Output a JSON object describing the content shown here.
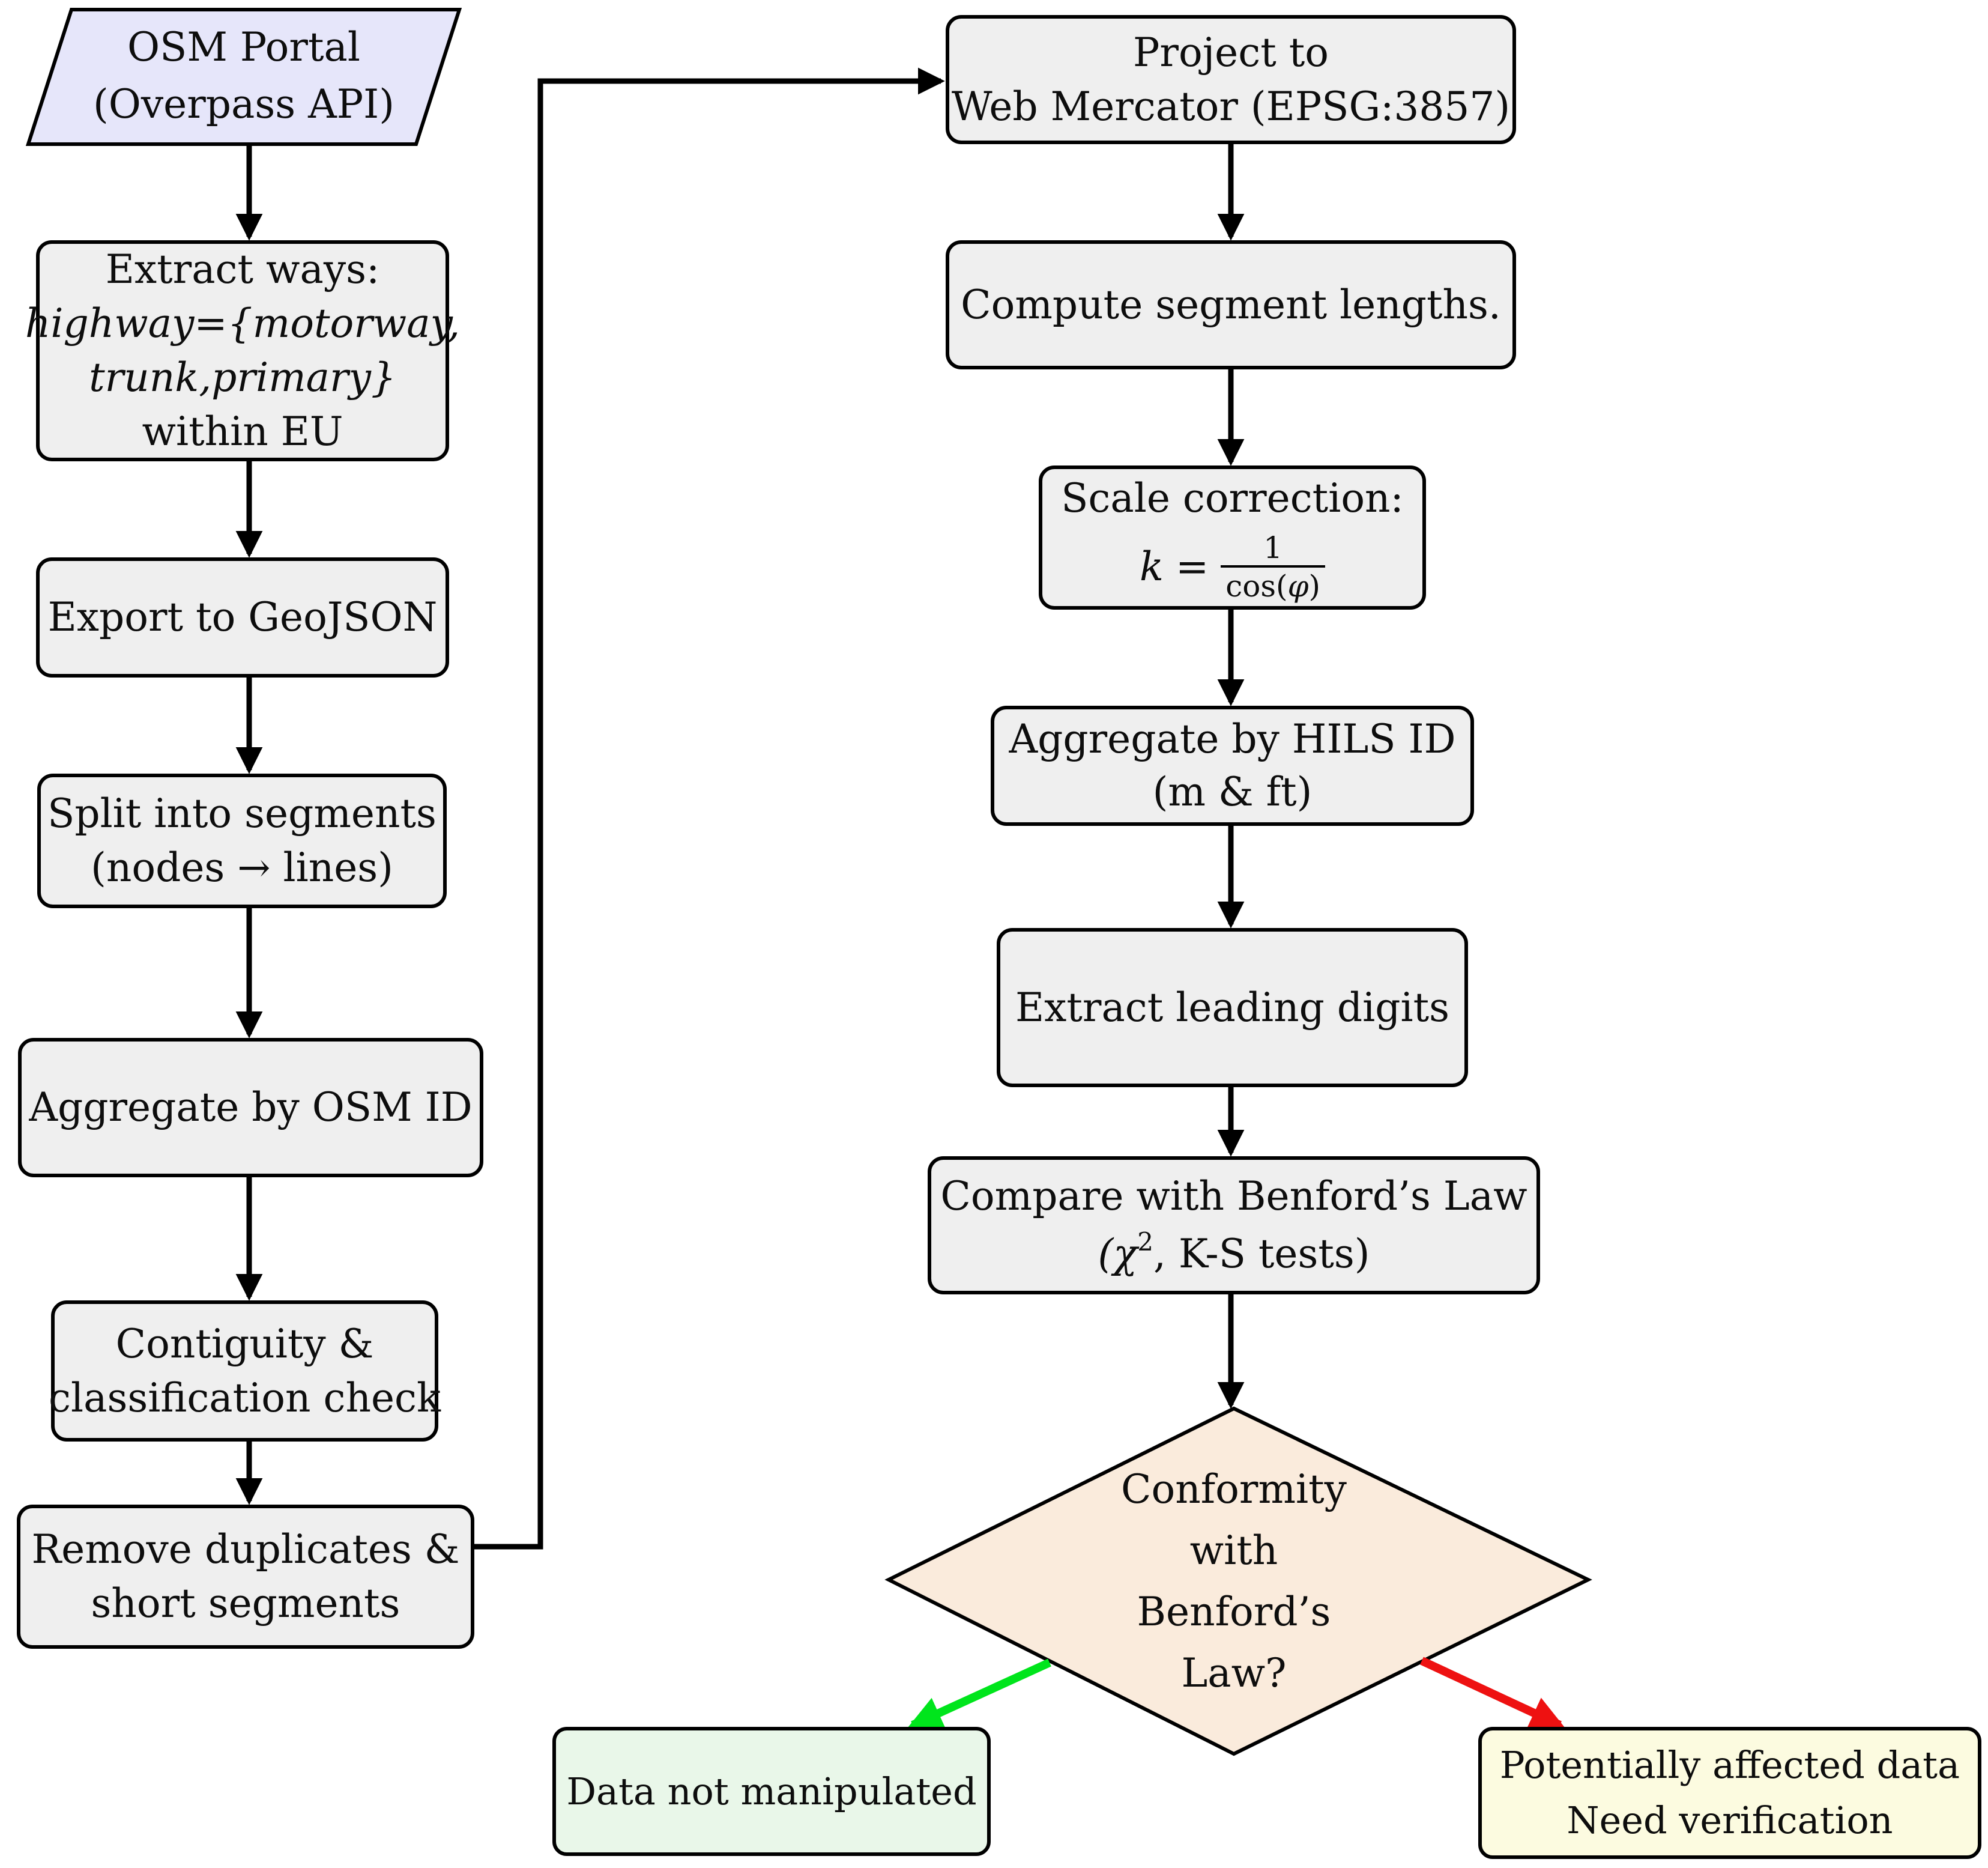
{
  "flow": {
    "osm_portal": {
      "line1": "OSM Portal",
      "line2": "(Overpass API)"
    },
    "extract_ways": {
      "line1": "Extract ways:",
      "line2": "highway={motorway,",
      "line3": "trunk,primary}",
      "line4": "within EU"
    },
    "export_geojson": {
      "label": "Export to GeoJSON"
    },
    "split_segments": {
      "line1": "Split into segments",
      "line2": "(nodes → lines)"
    },
    "aggregate_osm": {
      "label": "Aggregate by OSM ID"
    },
    "contiguity": {
      "line1": "Contiguity &",
      "line2": "classification check"
    },
    "remove_duplicates": {
      "line1": "Remove duplicates &",
      "line2": "short segments"
    },
    "project_mercator": {
      "line1": "Project to",
      "line2": "Web Mercator (EPSG:3857)"
    },
    "compute_lengths": {
      "label": "Compute segment lengths."
    },
    "scale_correction": {
      "label": "Scale correction:",
      "k": "k",
      "eq": "=",
      "numerator": "1",
      "denominator_pre": "cos(",
      "phi": "φ",
      "denominator_post": ")"
    },
    "aggregate_hils": {
      "line1": "Aggregate by HILS ID",
      "line2": "(m & ft)"
    },
    "extract_digits": {
      "label": "Extract leading digits"
    },
    "compare_benford": {
      "line1": "Compare with Benford’s Law",
      "line2_pre": "(χ",
      "line2_sup": "2",
      "line2_post": ", K-S tests)"
    },
    "decision": {
      "line1": "Conformity",
      "line2": "with",
      "line3": "Benford’s",
      "line4": "Law?"
    },
    "outcome_ok": {
      "label": "Data not manipulated"
    },
    "outcome_warn": {
      "line1": "Potentially affected data",
      "line2": "Need verification"
    }
  },
  "colors": {
    "background": "#ffffff",
    "process_fill": "#efefef",
    "io_parallelogram_fill": "#e6e6fa",
    "decision_fill": "#faebdc",
    "outcome_ok_fill": "#e9f7e9",
    "outcome_warn_fill": "#fcfbe0",
    "line": "#000000",
    "ok_arrow": "#00e51c",
    "warn_arrow": "#ee1111",
    "text": "#0d0d0d"
  }
}
